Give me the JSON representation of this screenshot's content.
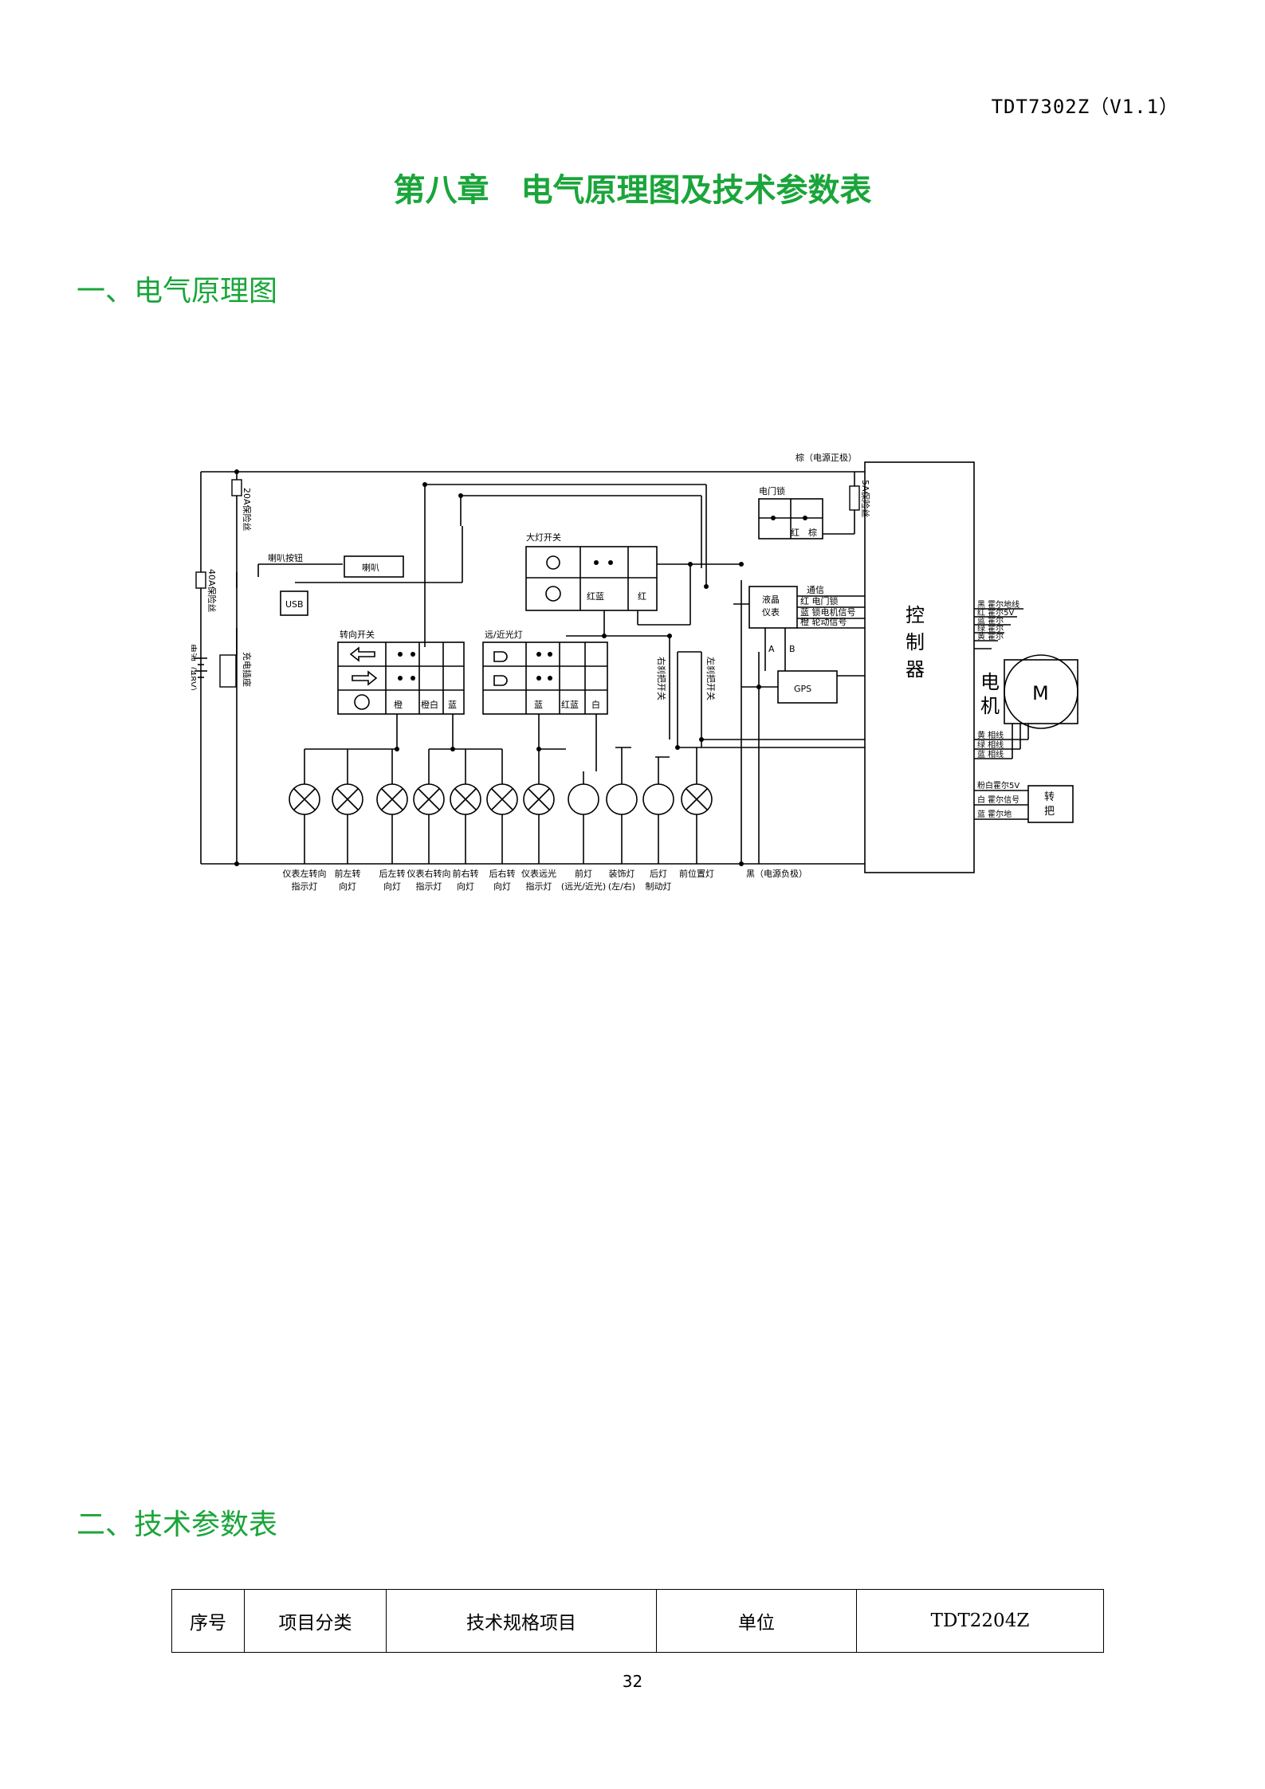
{
  "header": {
    "doc_code": "TDT7302Z（V1.1）"
  },
  "chapter_title": "第八章　电气原理图及技术参数表",
  "section1_title": "一、电气原理图",
  "section2_title": "二、技术参数表",
  "schematic": {
    "fuse_20a": "20A保险丝",
    "fuse_40a": "40A保险丝",
    "fuse_5a": "5A保险丝",
    "battery": "电池（48V）",
    "charger_port": "充电插座",
    "power_positive": "棕（电源正极）",
    "power_negative": "黑（电源负极）",
    "ignition_lock": "电门锁",
    "ignition_wire_red": "红",
    "ignition_wire_brown": "棕",
    "horn_button": "喇叭按钮",
    "horn": "喇叭",
    "usb": "USB",
    "headlight_switch": "大灯开关",
    "headlight_wire_1": "红蓝",
    "headlight_wire_2": "红",
    "turn_switch": "转向开关",
    "turn_wire_1": "橙",
    "turn_wire_2": "橙白",
    "turn_wire_3": "蓝",
    "beam_switch": "远/近光灯",
    "beam_wire_1": "蓝",
    "beam_wire_2": "红蓝",
    "beam_wire_3": "白",
    "right_brake_switch": "右刹把开关",
    "left_brake_switch": "左刹把开关",
    "lcd_line1": "液晶",
    "lcd_line2": "仪表",
    "gps": "GPS",
    "bus_a": "A",
    "bus_b": "B",
    "comm": "通信",
    "red_ignition": "红 电门锁",
    "blue_motor_signal": "蓝 锁电机信号",
    "orange_wheel_signal": "橙 轮动信号",
    "controller_1": "控",
    "controller_2": "制",
    "controller_3": "器",
    "motor_1": "电",
    "motor_2": "机",
    "motor_symbol": "M",
    "hall_ground": "黑 霍尔地线",
    "hall_5v": "红 霍尔5V",
    "hall_blue": "蓝 霍尔",
    "hall_green": "绿 霍尔",
    "hall_yellow": "黄 霍尔",
    "phase_yellow": "黄 相线",
    "phase_green": "绿 相线",
    "phase_blue": "蓝 相线",
    "throttle_5v": "粉白霍尔5V",
    "throttle_signal": "白 霍尔信号",
    "throttle_ground": "蓝 霍尔地",
    "throttle_1": "转",
    "throttle_2": "把",
    "lamps": [
      {
        "l1": "仪表左转向",
        "l2": "指示灯"
      },
      {
        "l1": "前左转",
        "l2": "向灯"
      },
      {
        "l1": "后左转",
        "l2": "向灯"
      },
      {
        "l1": "仪表右转向",
        "l2": "指示灯"
      },
      {
        "l1": "前右转",
        "l2": "向灯"
      },
      {
        "l1": "后右转",
        "l2": "向灯"
      },
      {
        "l1": "仪表远光",
        "l2": "指示灯"
      },
      {
        "l1": "前灯",
        "l2": "(远光/近光)"
      },
      {
        "l1": "装饰灯",
        "l2": "(左/右)"
      },
      {
        "l1": "后灯",
        "l2": "制动灯"
      },
      {
        "l1": "前位置灯",
        "l2": ""
      }
    ]
  },
  "table": {
    "headers": [
      "序号",
      "项目分类",
      "技术规格项目",
      "单位",
      "TDT2204Z"
    ]
  },
  "page_number": "32"
}
